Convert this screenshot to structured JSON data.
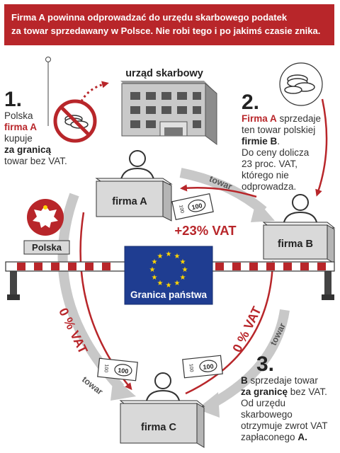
{
  "banner": {
    "line1": "Firma A powinna odprowadzać do urzędu skarbowego podatek",
    "line2": "za towar sprzedawany w Polsce. Nie robi tego i po jakimś czasie znika."
  },
  "tax_office": {
    "label": "urząd skarbowy"
  },
  "companies": {
    "a": "firma A",
    "b": "firma B",
    "c": "firma C"
  },
  "country_label": "Polska",
  "border_sign": "Granica państwa",
  "flows": {
    "towar_top": "towar",
    "towar_left": "towar",
    "towar_right": "towar",
    "vat_plus": "+23% VAT",
    "vat_zero_left": "0 % VAT",
    "vat_zero_right": "0 % VAT"
  },
  "banknote_value": "100",
  "steps": {
    "s1": {
      "number": "1.",
      "lines": [
        "Polska",
        "firma A",
        "kupuje",
        "za granicą",
        "towar bez VAT."
      ]
    },
    "s2": {
      "number": "2.",
      "lines": [
        "Firma A",
        "sprzedaje",
        "ten towar polskiej",
        "firmie B",
        ".",
        "Do ceny dolicza",
        "23 proc. VAT,",
        "którego nie",
        "odprowadza."
      ]
    },
    "s3": {
      "number": "3.",
      "lines": [
        "B",
        "sprzedaje towar",
        "za granicę",
        "bez VAT.",
        "Od urzędu",
        "skarbowego",
        "otrzymuje zwrot VAT",
        "zapłaconego",
        "A."
      ]
    }
  },
  "colors": {
    "brand_red": "#b8262a",
    "eu_blue": "#1f3d91",
    "eu_star": "#ffd500",
    "arrow_gray": "#c8c8c8",
    "box_gray": "#d9d9d9"
  },
  "icons": [
    "no-money-icon",
    "coins-icon",
    "polish-eagle-icon",
    "eu-stars-icon",
    "banknote-icon",
    "person-icon"
  ]
}
